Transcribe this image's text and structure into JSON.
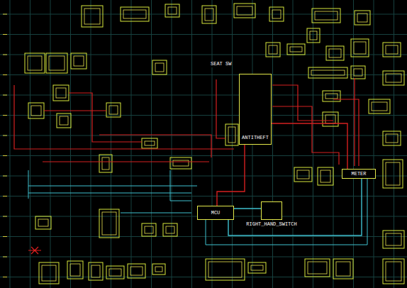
{
  "diagram": {
    "nodes": [
      {
        "text": [
          "ANTITHEFT"
        ]
      },
      {
        "text": [
          "METER"
        ]
      },
      {
        "text": [
          "MCU"
        ]
      },
      {
        "text": [
          "RIGHT_HAND_SWITCH"
        ]
      }
    ],
    "edges": [
      {
        "from": 0,
        "to": 1,
        "arrow": "none"
      },
      {
        "from": 0,
        "to": 2,
        "arrow": "none"
      },
      {
        "from": 2,
        "to": 1,
        "arrow": "none"
      },
      {
        "from": 3,
        "to": 2,
        "arrow": "none"
      }
    ],
    "labels": [
      "SEAT SW"
    ]
  }
}
